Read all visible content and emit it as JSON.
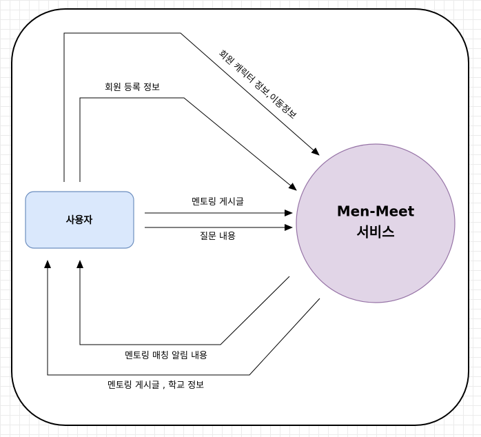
{
  "nodes": {
    "user": {
      "label": "사용자",
      "fill": "#dae8fc",
      "stroke": "#6c8ebf"
    },
    "service": {
      "line1": "Men-Meet",
      "line2": "서비스",
      "fill": "#e1d5e7",
      "stroke": "#9673a6"
    }
  },
  "edges": [
    {
      "id": "member-character-info",
      "label": "회원 캐릭터 정보,이동정보"
    },
    {
      "id": "member-registration-info",
      "label": "회원 등록 정보"
    },
    {
      "id": "mentoring-post",
      "label": "멘토링 게시글"
    },
    {
      "id": "question-content",
      "label": "질문 내용"
    },
    {
      "id": "mentoring-matching-alert",
      "label": "멘토링 매칭 알림 내용"
    },
    {
      "id": "mentoring-post-school-info",
      "label": "멘토링 게시글 , 학교 정보"
    }
  ],
  "colors": {
    "line": "#000000",
    "frame": "#000000"
  }
}
